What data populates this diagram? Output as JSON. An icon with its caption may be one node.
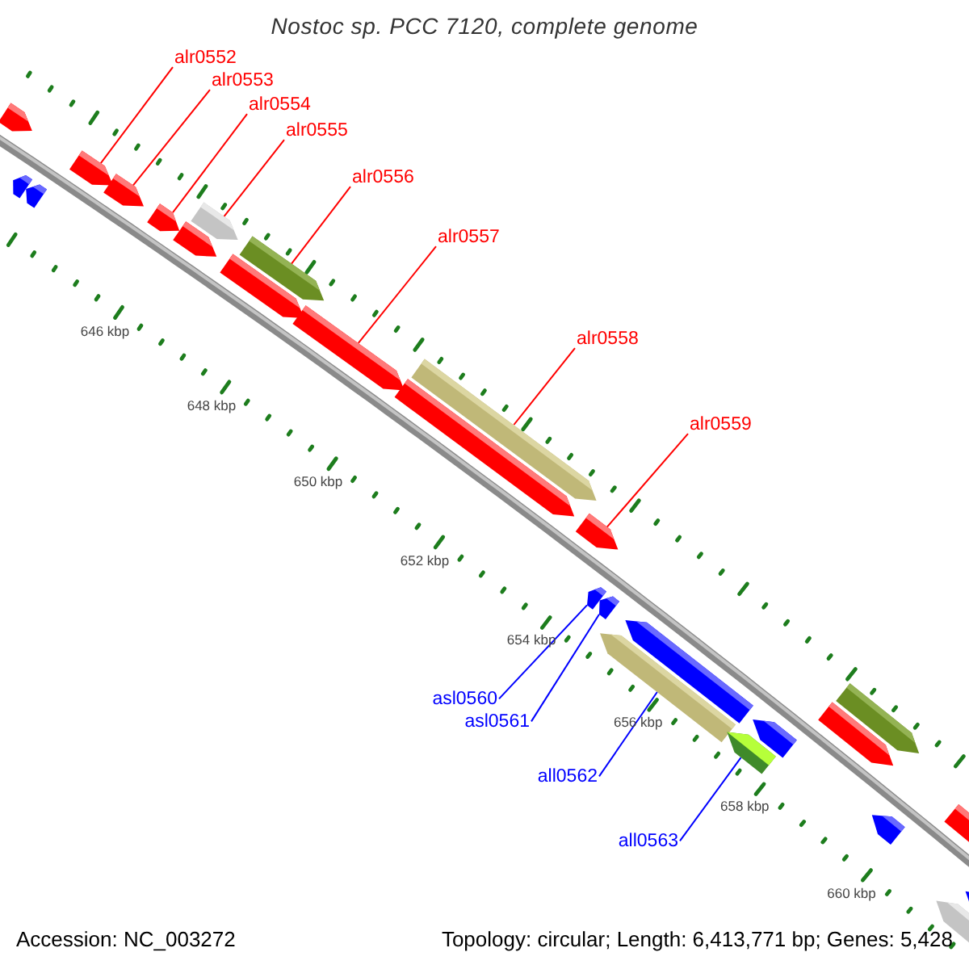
{
  "diagram": {
    "title": "Nostoc sp. PCC 7120, complete genome",
    "nodes": [
      {
        "text": [
          "alr0552"
        ]
      },
      {
        "text": [
          "alr0553"
        ]
      },
      {
        "text": [
          "alr0554"
        ]
      },
      {
        "text": [
          "alr0555"
        ]
      },
      {
        "text": [
          "alr0556"
        ]
      },
      {
        "text": [
          "alr0557"
        ]
      },
      {
        "text": [
          "alr0558"
        ]
      },
      {
        "text": [
          "alr0559"
        ]
      },
      {
        "text": [
          "asl0560"
        ]
      },
      {
        "text": [
          "asl0561"
        ]
      },
      {
        "text": [
          "all0562"
        ]
      },
      {
        "text": [
          "all0563"
        ]
      },
      {
        "text": [],
        "shape": "arrow"
      },
      {
        "text": [],
        "shape": "arrow"
      },
      {
        "text": [],
        "shape": "arrow"
      },
      {
        "text": [],
        "shape": "arrow"
      },
      {
        "text": [],
        "shape": "arrow"
      },
      {
        "text": [],
        "shape": "arrow"
      },
      {
        "text": [],
        "shape": "arrow"
      },
      {
        "text": [],
        "shape": "arrow"
      },
      {
        "text": [],
        "shape": "arrow"
      },
      {
        "text": [],
        "shape": "arrow"
      },
      {
        "text": [],
        "shape": "arrow"
      },
      {
        "text": [],
        "shape": "arrow"
      },
      {
        "text": [],
        "shape": "arrow"
      },
      {
        "text": [],
        "shape": "arrow"
      },
      {
        "text": [],
        "shape": "arrow"
      },
      {
        "text": [],
        "shape": "arrow"
      },
      {
        "text": [],
        "shape": "arrow"
      },
      {
        "text": [],
        "shape": "arrow"
      },
      {
        "text": [],
        "shape": "arrow"
      },
      {
        "text": [],
        "shape": "arrow"
      },
      {
        "text": [],
        "shape": "arrow"
      },
      {
        "text": [],
        "shape": "arrow"
      },
      {
        "text": [],
        "shape": "arrow"
      },
      {
        "text": [],
        "shape": "arrow"
      },
      {
        "text": [],
        "shape": "arrow"
      },
      {
        "text": [],
        "shape": "arrow"
      }
    ],
    "edges": [
      {
        "from": 0,
        "to": 15,
        "arrow": "none"
      },
      {
        "from": 1,
        "to": 16,
        "arrow": "none"
      },
      {
        "from": 2,
        "to": 17,
        "arrow": "none"
      },
      {
        "from": 3,
        "to": 19,
        "arrow": "none"
      },
      {
        "from": 4,
        "to": 21,
        "arrow": "none"
      },
      {
        "from": 5,
        "to": 22,
        "arrow": "none"
      },
      {
        "from": 6,
        "to": 24,
        "arrow": "none"
      },
      {
        "from": 7,
        "to": 25,
        "arrow": "none"
      },
      {
        "from": 8,
        "to": 26,
        "arrow": "none",
        "color": "#0000ff"
      },
      {
        "from": 9,
        "to": 27,
        "arrow": "none",
        "color": "#0000ff"
      },
      {
        "from": 10,
        "to": 28,
        "arrow": "none",
        "color": "#0000ff"
      },
      {
        "from": 11,
        "to": 30,
        "arrow": "none",
        "color": "#0000ff"
      }
    ],
    "labels": [
      "646 kbp",
      "648 kbp",
      "650 kbp",
      "652 kbp",
      "654 kbp",
      "656 kbp",
      "658 kbp",
      "660 kbp",
      "Accession: NC_003272",
      "Topology: circular; Length: 6,413,771 bp; Genes: 5,428"
    ]
  }
}
